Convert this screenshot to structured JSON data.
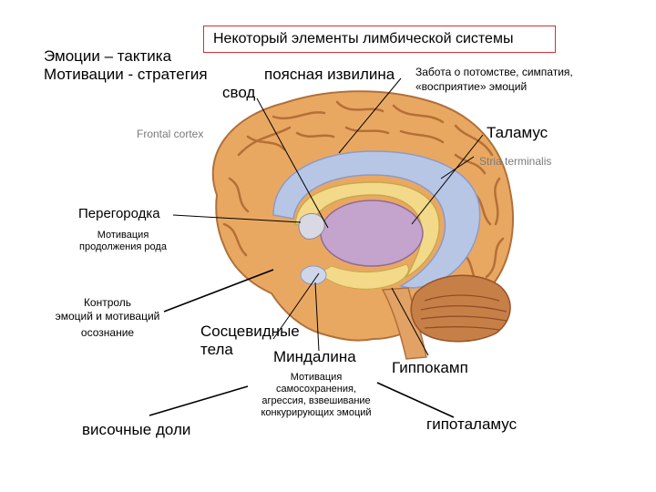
{
  "title": "Некоторый элементы лимбической системы",
  "heading_left": {
    "line1": "Эмоции – тактика",
    "line2": "Мотивации - стратегия"
  },
  "labels": {
    "svod": "свод",
    "poyasnaya": "поясная извилина",
    "zabota_1": "Забота о потомстве, симпатия,",
    "zabota_2": "«восприятие» эмоций",
    "talamus": "Таламус",
    "frontal_cortex": "Frontal cortex",
    "stria_terminalis": "Stria terminalis",
    "peregorodka": "Перегородка",
    "motiv_rod_1": "Мотивация",
    "motiv_rod_2": "продолжения рода",
    "kontrol_1": "Контроль",
    "kontrol_2": "эмоций и мотиваций",
    "kontrol_3": "осознание",
    "soscevidnye_1": "Сосцевидные",
    "soscevidnye_2": "тела",
    "mindalina": "Миндалина",
    "motiv_samo_1": "Мотивация",
    "motiv_samo_2": "самосохранения,",
    "motiv_samo_3": "агрессия, взвешивание",
    "motiv_samo_4": "конкурирующих эмоций",
    "gippokamp": "Гиппокамп",
    "visochnye": "височные доли",
    "gipotalamus": "гипоталамус"
  },
  "colors": {
    "title_border": "#d23030",
    "brain_outer": "#e9a862",
    "brain_gyri": "#c98246",
    "cingulate_blue": "#b8c6e6",
    "fornix_yellow": "#f3d98a",
    "thalamus_purple": "#c4a3cc",
    "cerebellum": "#c77f48"
  }
}
